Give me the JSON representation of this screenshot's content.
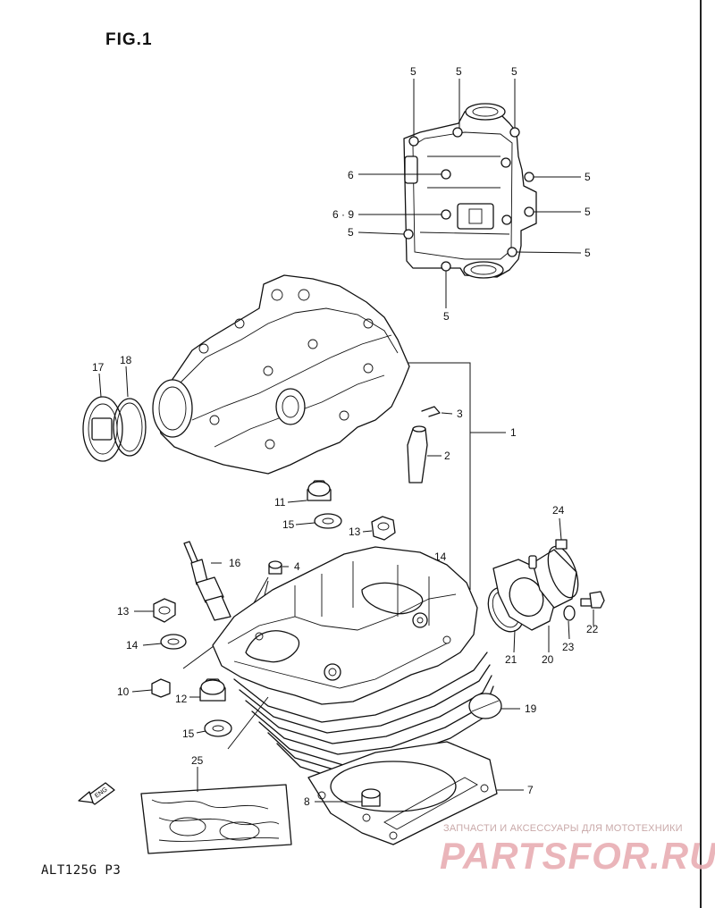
{
  "figure": {
    "title": "FIG.1",
    "page_ref": "ALT125G P3"
  },
  "callouts": [
    {
      "id": "c5a",
      "text": "5"
    },
    {
      "id": "c5b",
      "text": "5"
    },
    {
      "id": "c5c",
      "text": "5"
    },
    {
      "id": "c6",
      "text": "6"
    },
    {
      "id": "c5d",
      "text": "5"
    },
    {
      "id": "c69",
      "text": "6 · 9"
    },
    {
      "id": "c5e",
      "text": "5"
    },
    {
      "id": "c5f",
      "text": "5"
    },
    {
      "id": "c5g",
      "text": "5"
    },
    {
      "id": "c5h",
      "text": "5"
    },
    {
      "id": "c17",
      "text": "17"
    },
    {
      "id": "c18",
      "text": "18"
    },
    {
      "id": "c3",
      "text": "3"
    },
    {
      "id": "c1",
      "text": "1"
    },
    {
      "id": "c2",
      "text": "2"
    },
    {
      "id": "c11",
      "text": "11"
    },
    {
      "id": "c15a",
      "text": "15"
    },
    {
      "id": "c13a",
      "text": "13"
    },
    {
      "id": "c14a",
      "text": "14"
    },
    {
      "id": "c16",
      "text": "16"
    },
    {
      "id": "c4",
      "text": "4"
    },
    {
      "id": "c24",
      "text": "24"
    },
    {
      "id": "c13b",
      "text": "13"
    },
    {
      "id": "c14b",
      "text": "14"
    },
    {
      "id": "c22",
      "text": "22"
    },
    {
      "id": "c23",
      "text": "23"
    },
    {
      "id": "c21",
      "text": "21"
    },
    {
      "id": "c20",
      "text": "20"
    },
    {
      "id": "c10",
      "text": "10"
    },
    {
      "id": "c12",
      "text": "12"
    },
    {
      "id": "c19",
      "text": "19"
    },
    {
      "id": "c15b",
      "text": "15"
    },
    {
      "id": "c25",
      "text": "25"
    },
    {
      "id": "c7",
      "text": "7"
    },
    {
      "id": "c8",
      "text": "8"
    }
  ],
  "watermark": {
    "caption": "ЗАПЧАСТИ И АКСЕССУАРЫ ДЛЯ МОТОТЕХНИКИ",
    "logo": "PARTSFOR.RU"
  },
  "icons": [
    "eng-arrow-icon"
  ]
}
